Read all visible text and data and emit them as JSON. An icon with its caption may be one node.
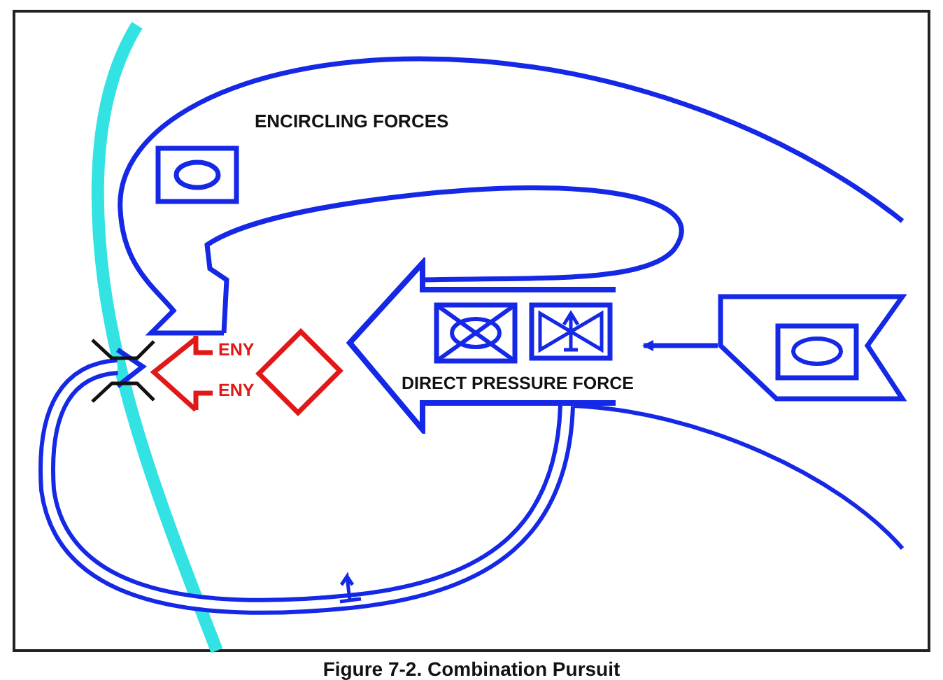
{
  "diagram": {
    "caption": "Figure 7-2. Combination Pursuit",
    "nodes": [
      {
        "text": [
          "DIRECT PRESSURE FORCE"
        ]
      },
      {
        "text": [],
        "shape": "chevron"
      }
    ],
    "edges": [
      {
        "from": 1,
        "to": 0,
        "arrow": "to"
      }
    ],
    "labels": [
      "ENCIRCLING FORCES",
      "ENY",
      "ENY"
    ]
  }
}
